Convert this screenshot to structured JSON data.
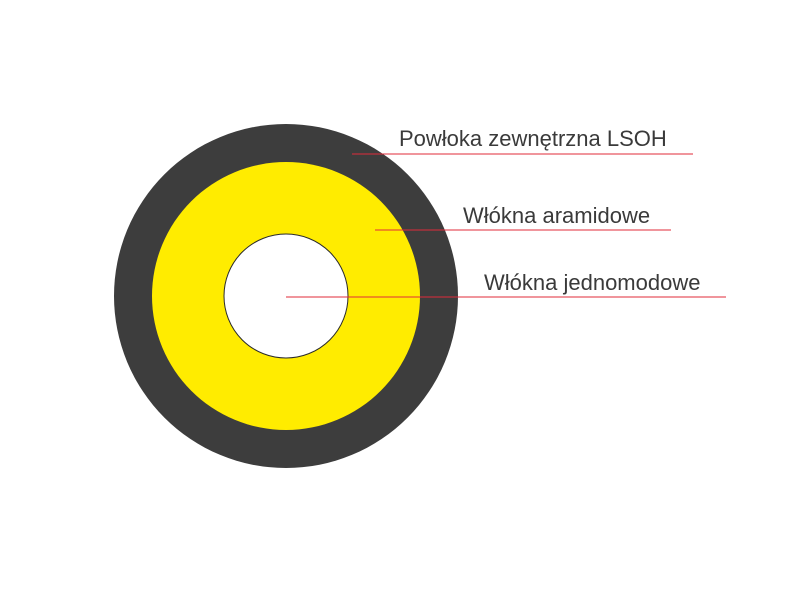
{
  "diagram": {
    "layers": [
      {
        "id": "jacket",
        "label": "Powłoka zewnętrzna LSOH",
        "color": "#3d3d3d"
      },
      {
        "id": "aramid",
        "label": "Włókna aramidowe",
        "color": "#ffec00"
      },
      {
        "id": "fiber",
        "label": "Włókna jednomodowe",
        "color": "#ffffff"
      }
    ],
    "leader_color": "#e02b3a",
    "text_color": "#3a3a3a"
  }
}
